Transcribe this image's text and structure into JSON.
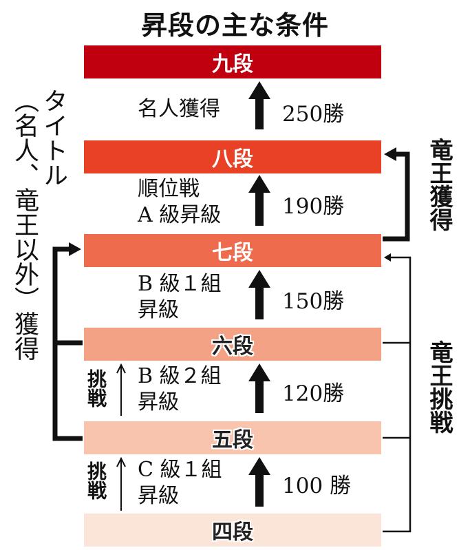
{
  "title": "昇段の主な条件",
  "ranks": [
    {
      "label": "九段",
      "color": "#c0000f"
    },
    {
      "label": "八段",
      "color": "#e84126"
    },
    {
      "label": "七段",
      "color": "#ef6b4e"
    },
    {
      "label": "六段",
      "color": "#f4a285"
    },
    {
      "label": "五段",
      "color": "#f8c4ad"
    },
    {
      "label": "四段",
      "color": "#fbe4d8"
    }
  ],
  "promotions": [
    {
      "condition_lines": [
        "名人獲得"
      ],
      "wins": "250勝"
    },
    {
      "condition_lines": [
        "順位戦",
        "A 級昇級"
      ],
      "wins": "190勝"
    },
    {
      "condition_lines": [
        "B 級１組",
        "昇級"
      ],
      "wins": "150勝"
    },
    {
      "condition_lines": [
        "B 級２組",
        "昇級"
      ],
      "wins": "120勝"
    },
    {
      "condition_lines": [
        "C 級１組",
        "昇級"
      ],
      "wins": "100 勝"
    }
  ],
  "left_side": {
    "title_line1": "タイトル",
    "title_line2": "（名人、竜王以外）獲得"
  },
  "right_side": {
    "ryuo_acquire": "竜王獲得",
    "ryuo_challenge": "竜王挑戦"
  },
  "challenge_label": "挑戦",
  "arrow_color": "#111111"
}
